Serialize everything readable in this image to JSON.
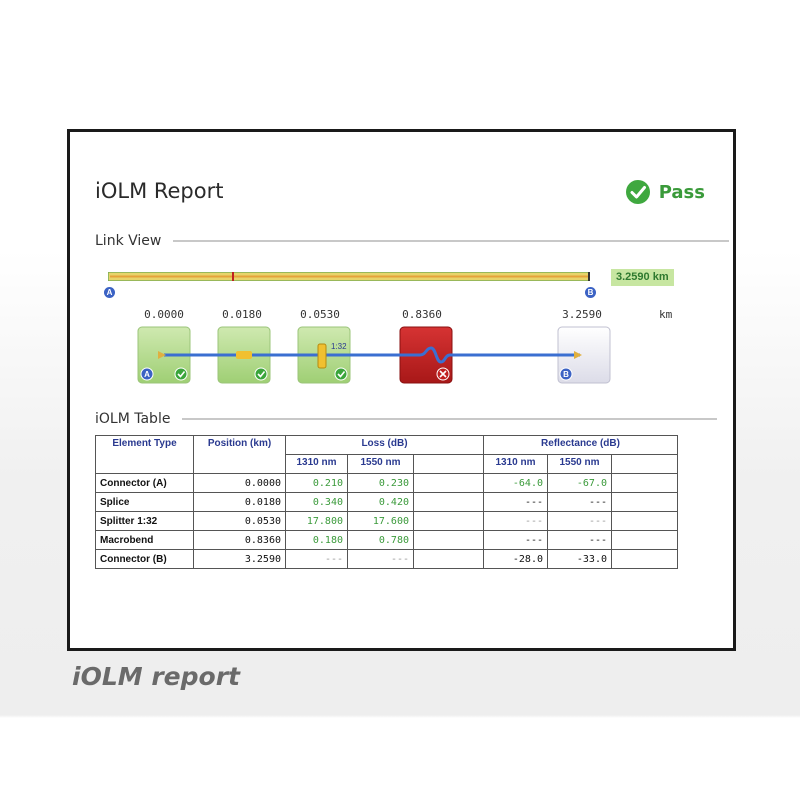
{
  "report": {
    "title": "iOLM Report",
    "status": "Pass",
    "status_color": "#3a9a3a"
  },
  "link_view": {
    "heading": "Link View",
    "total_distance": "3.2590 km",
    "start_marker": "A",
    "end_marker": "B",
    "positions": [
      "0.0000",
      "0.0180",
      "0.0530",
      "0.8360",
      "3.2590"
    ],
    "unit": "km",
    "elements": [
      {
        "type": "connector",
        "marker": "A",
        "status": "pass"
      },
      {
        "type": "splice",
        "status": "pass"
      },
      {
        "type": "splitter",
        "ratio": "1:32",
        "status": "pass"
      },
      {
        "type": "macrobend",
        "status": "fail"
      },
      {
        "type": "connector",
        "marker": "B",
        "status": "none"
      }
    ]
  },
  "iolm_table": {
    "heading": "iOLM Table",
    "headers": {
      "element_type": "Element Type",
      "position": "Position (km)",
      "loss": "Loss (dB)",
      "reflectance": "Reflectance (dB)",
      "w1310": "1310 nm",
      "w1550": "1550 nm"
    },
    "rows": [
      {
        "name": "Connector (A)",
        "position": "0.0000",
        "loss_1310": "0.210",
        "loss_1550": "0.230",
        "refl_1310": "-64.0",
        "refl_1550": "-67.0"
      },
      {
        "name": "Splice",
        "position": "0.0180",
        "loss_1310": "0.340",
        "loss_1550": "0.420",
        "refl_1310": "---",
        "refl_1550": "---"
      },
      {
        "name": "Splitter 1:32",
        "position": "0.0530",
        "loss_1310": "17.800",
        "loss_1550": "17.600",
        "refl_1310": "---",
        "refl_1550": "---"
      },
      {
        "name": "Macrobend",
        "position": "0.8360",
        "loss_1310": "0.180",
        "loss_1550": "0.780",
        "refl_1310": "---",
        "refl_1550": "---"
      },
      {
        "name": "Connector (B)",
        "position": "3.2590",
        "loss_1310": "---",
        "loss_1550": "---",
        "refl_1310": "-28.0",
        "refl_1550": "-33.0"
      }
    ]
  },
  "caption": "iOLM report"
}
